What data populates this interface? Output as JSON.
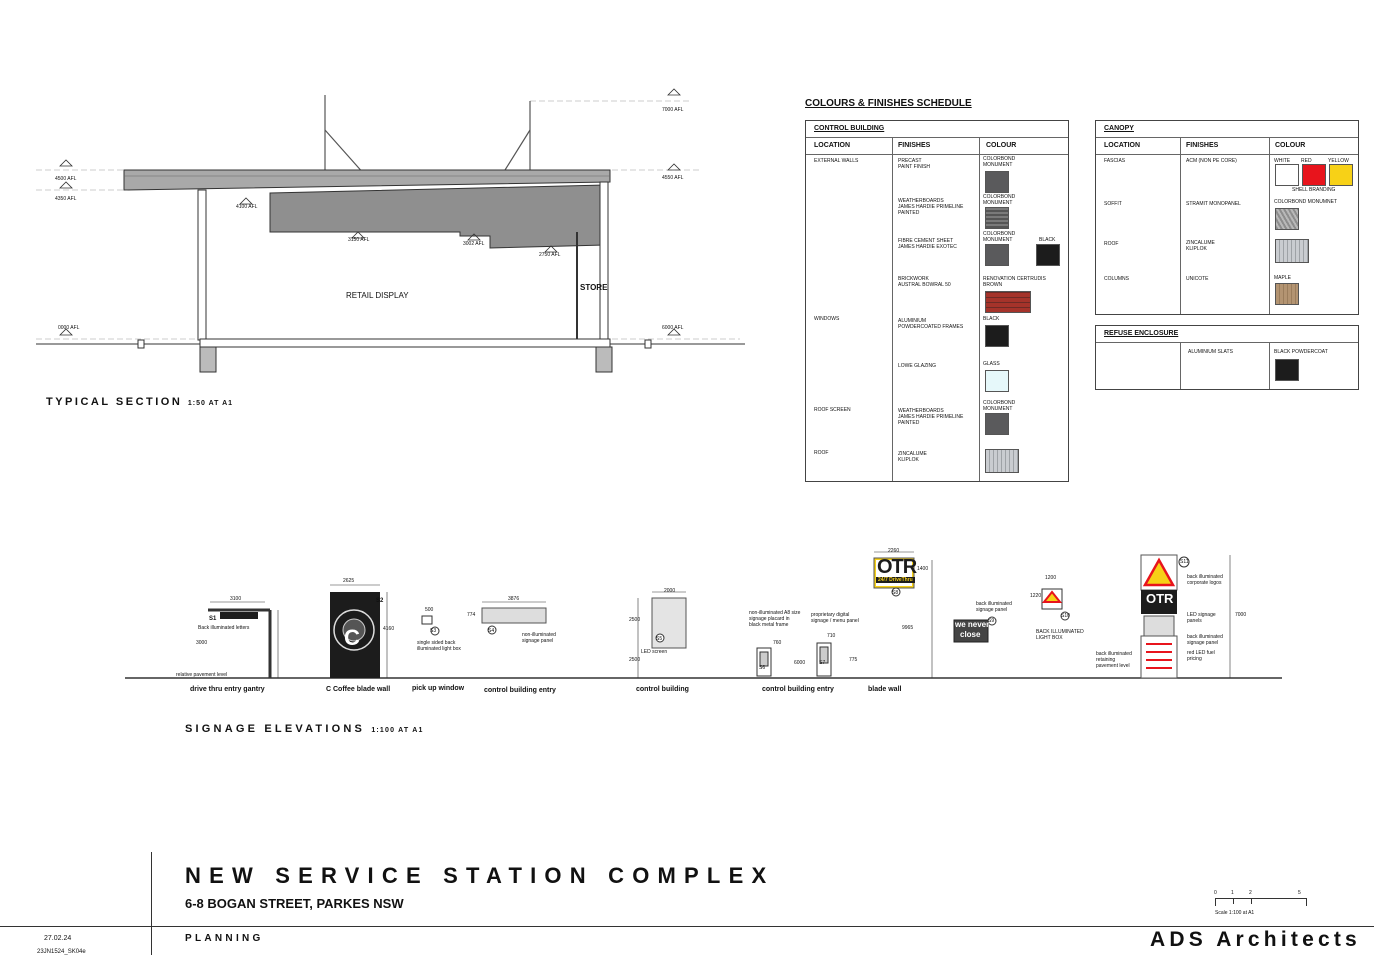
{
  "section": {
    "title": "TYPICAL SECTION",
    "scale": "1:50 AT A1",
    "levels": [
      "4500 AFL",
      "4350 AFL",
      "4100 AFL",
      "3150 AFL",
      "3002 AFL",
      "2750 AFL",
      "0000 AFL",
      "6000 AFL",
      "7000 AFL",
      "4550 AFL"
    ],
    "rooms": [
      "RETAIL DISPLAY",
      "STORE"
    ]
  },
  "schedule": {
    "title": "COLOURS & FINISHES SCHEDULE",
    "control": {
      "title": "CONTROL BUILDING",
      "cols": [
        "LOCATION",
        "FINISHES",
        "COLOUR"
      ],
      "rows": [
        {
          "loc": "EXTERNAL WALLS",
          "fin": "PRECAST\nPAINT FINISH",
          "col": "COLORBOND\nMONUMENT"
        },
        {
          "loc": "",
          "fin": "WEATHERBOARDS\nJAMES HARDIE PRIMELINE\nPAINTED",
          "col": "COLORBOND\nMONUMENT"
        },
        {
          "loc": "",
          "fin": "FIBRE CEMENT SHEET\nJAMES HARDIE EXOTEC",
          "col": "COLORBOND\nMONUMENT",
          "col2": "BLACK"
        },
        {
          "loc": "",
          "fin": "BRICKWORK\nAUSTRAL BOWRAL 50",
          "col": "RENOVATION CERTRUDIS\nBROWN"
        },
        {
          "loc": "WINDOWS",
          "fin": "ALUMINIUM\nPOWDERCOATED FRAMES",
          "col": "BLACK"
        },
        {
          "loc": "",
          "fin": "LOWE GLAZING",
          "col": "GLASS"
        },
        {
          "loc": "ROOF SCREEN",
          "fin": "WEATHERBOARDS\nJAMES HARDIE PRIMELINE\nPAINTED",
          "col": "COLORBOND\nMONUMENT"
        },
        {
          "loc": "ROOF",
          "fin": "ZINCALUME\nKLIPLOK",
          "col": ""
        }
      ]
    },
    "canopy": {
      "title": "CANOPY",
      "cols": [
        "LOCATION",
        "FINISHES",
        "COLOUR"
      ],
      "rows": [
        {
          "loc": "FASCIAS",
          "fin": "ACM (NON PE CORE)",
          "col": "WHITE",
          "col_b": "RED",
          "col_c": "YELLOW",
          "note": "SHELL BRANDING"
        },
        {
          "loc": "SOFFIT",
          "fin": "STRAMIT MONOPANEL",
          "col": "COLORBOND MONUMNET"
        },
        {
          "loc": "ROOF",
          "fin": "ZINCALUME\nKLIPLOK",
          "col": ""
        },
        {
          "loc": "COLUMNS",
          "fin": "UNICOTE",
          "col": "MAPLE"
        }
      ]
    },
    "refuse": {
      "title": "REFUSE ENCLOSURE",
      "fin": "ALUMINIUM SLATS",
      "col": "BLACK POWDERCOAT"
    }
  },
  "colors": {
    "monument": "#5a5a5c",
    "black": "#1c1c1c",
    "white": "#ffffff",
    "red": "#e8141c",
    "yellow": "#f7d117",
    "glass": "#e6f8fa",
    "maple": "#b39472",
    "brick": "#a5332a",
    "zinc": "#c9ccd0"
  },
  "signage": {
    "title": "SIGNAGE ELEVATIONS",
    "scale": "1:100 AT A1",
    "labels": [
      "drive thru entry gantry",
      "C Coffee blade wall",
      "pick up window",
      "control building entry",
      "control building",
      "control building entry",
      "blade wall"
    ],
    "dims": [
      "3100",
      "2625",
      "500",
      "3876",
      "2000",
      "2260",
      "1200",
      "1400",
      "4160",
      "774",
      "2500",
      "2500",
      "760",
      "710",
      "3000",
      "9965",
      "7000",
      "6000",
      "775",
      "1220"
    ],
    "tags": [
      "S1",
      "S2",
      "S3",
      "S4",
      "S5",
      "S6",
      "S7",
      "S8",
      "S9",
      "S10",
      "S11"
    ],
    "notes": [
      "Back illuminated letters",
      "relative pavement level",
      "single sided back illuminated light box",
      "non-illuminated signage panel",
      "LED screen",
      "non-illuminated A8 size signage placard in black metal frame",
      "proprietary digital signage / menu panel",
      "back illuminated signage panel",
      "BACK ILLUMINATED LIGHT BOX",
      "back illuminated corporate logos",
      "LED signage panels",
      "back illuminated signage panel",
      "red LED fuel pricing",
      "back illuminated retaining pavement level"
    ],
    "logo_text": "OTR",
    "logo_sub": "24/7 DriveThru",
    "neverclose": [
      "we never",
      "close"
    ],
    "coffee": "C"
  },
  "titleblock": {
    "project": "NEW SERVICE STATION COMPLEX",
    "address": "6-8 BOGAN STREET, PARKES NSW",
    "stage": "PLANNING",
    "date": "27.02.24",
    "ref": "23JN1524_SK04e",
    "firm": "ADS Architects",
    "scale_bar": [
      "0",
      "1",
      "2",
      "5"
    ],
    "scale_note": "Scale 1:100 at A1"
  }
}
